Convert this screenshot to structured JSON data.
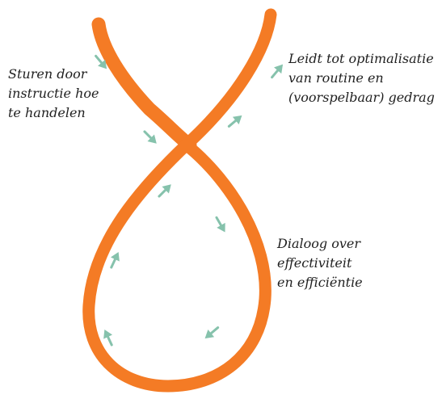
{
  "labels": {
    "left": [
      "Sturen door",
      "instructie hoe",
      "te handelen"
    ],
    "right": [
      "Leidt tot optimalisatie",
      "van routine en",
      "(voorspelbaar) gedrag"
    ],
    "bottom": [
      "Dialoog over",
      "effectiviteit",
      "en efficiëntie"
    ]
  },
  "colors": {
    "ribbon": "#f47b25",
    "arrow": "#86c2ac",
    "text": "#1f1f1f"
  }
}
